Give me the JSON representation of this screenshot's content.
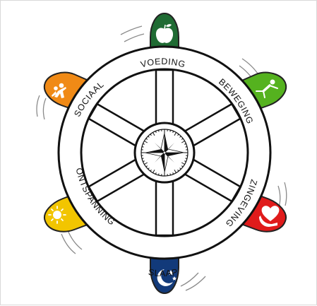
{
  "wheel": {
    "segments": [
      {
        "id": "voeding",
        "label": "VOEDING",
        "color": "#1f6b33",
        "icon": "apple-icon"
      },
      {
        "id": "beweging",
        "label": "BEWEGING",
        "color": "#55b21f",
        "icon": "running-person-icon"
      },
      {
        "id": "zingeving",
        "label": "ZINGEVING",
        "color": "#e01b1b",
        "icon": "heart-hand-icon"
      },
      {
        "id": "slaap",
        "label": "SLAAP",
        "color": "#123a7a",
        "icon": "moon-stars-icon"
      },
      {
        "id": "ontspanning",
        "label": "ONTSPANNING",
        "color": "#f2c500",
        "icon": "sun-icon"
      },
      {
        "id": "sociaal",
        "label": "SOCIAAL",
        "color": "#f08a16",
        "icon": "people-icon"
      }
    ],
    "center_icon": "compass-rose-icon"
  }
}
